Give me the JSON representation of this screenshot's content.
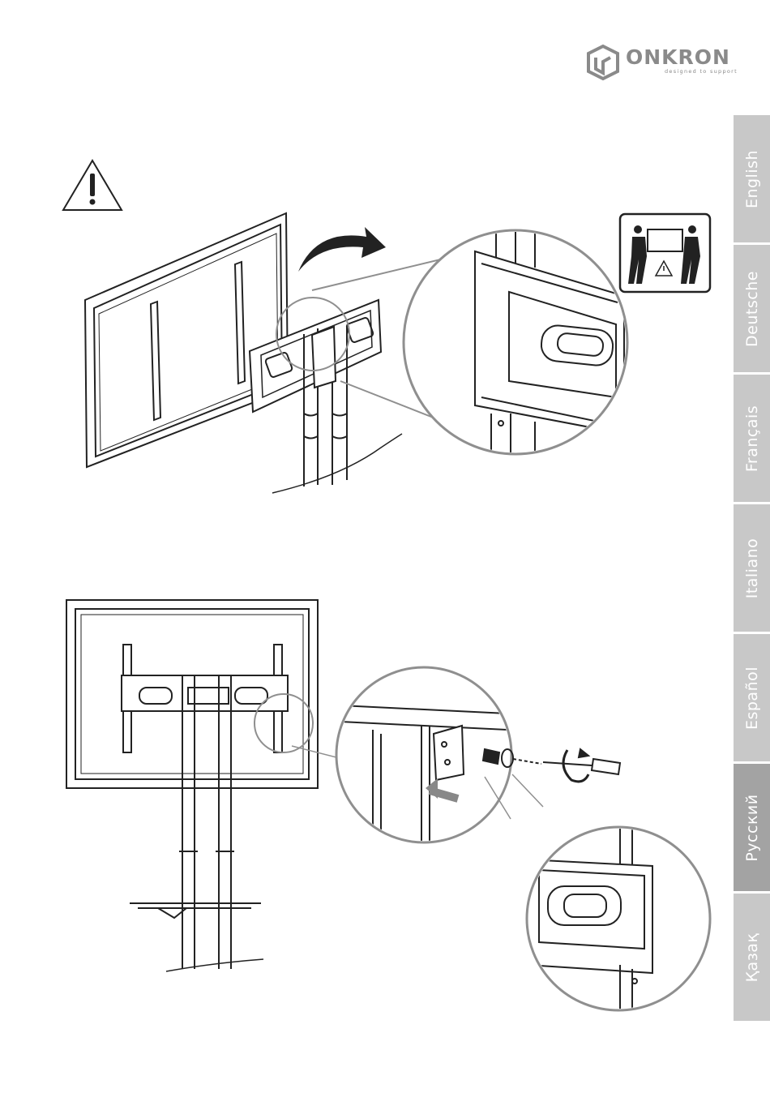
{
  "brand": {
    "name": "ONKRON",
    "tagline": "designed to support"
  },
  "language_tabs": [
    {
      "label": "English",
      "active": false
    },
    {
      "label": "Deutsche",
      "active": false
    },
    {
      "label": "Français",
      "active": false
    },
    {
      "label": "Italiano",
      "active": false
    },
    {
      "label": "Español",
      "active": false
    },
    {
      "label": "Русский",
      "active": true
    },
    {
      "label": "Қазақ",
      "active": false
    }
  ],
  "colors": {
    "tab_inactive": "#c8c8c8",
    "tab_active": "#a3a3a3",
    "tab_text": "#ffffff",
    "brand_gray": "#8a8a8a",
    "line_art": "#222222",
    "callout_gray": "#8f8f8f"
  },
  "icons": [
    "warning-triangle-icon",
    "two-person-lift-icon",
    "rotate-arrow-icon",
    "screwdriver-icon",
    "push-arrow-icon"
  ]
}
